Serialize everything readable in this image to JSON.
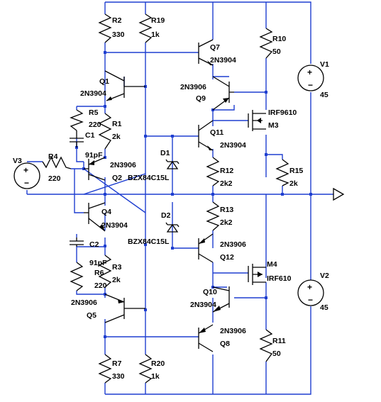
{
  "labels": {
    "r2": "R2",
    "r2v": "330",
    "r19": "R19",
    "r19v": "1k",
    "q7": "Q7",
    "q7t": "2N3904",
    "r10": "R10",
    "r10v": "50",
    "v1": "V1",
    "v1v": "45",
    "q1": "Q1",
    "q1t": "2N3904",
    "q9t": "2N3906",
    "q9": "Q9",
    "r5": "R5",
    "r5v": "220",
    "r1": "R1",
    "r1v": "2k",
    "c1": "C1",
    "c1v": "91pF",
    "q11": "Q11",
    "q11t": "2N3904",
    "m3t": "IRF9610",
    "m3": "M3",
    "d1": "D1",
    "v3": "V3",
    "r4": "R4",
    "r4v": "220",
    "q2t": "2N3906",
    "q2": "Q2",
    "d1t": "BZX84C15L",
    "r12": "R12",
    "r12v": "2k2",
    "r15": "R15",
    "r15v": "2k",
    "q4": "Q4",
    "q4t": "2N3904",
    "d2": "D2",
    "r13": "R13",
    "r13v": "2k2",
    "d2t": "BZX84C15L",
    "c2": "C2",
    "c2v": "91pF",
    "q12t": "2N3906",
    "q12": "Q12",
    "m4": "M4",
    "m4t": "IRF610",
    "r3": "R3",
    "r3v": "2k",
    "r6": "R6",
    "r6v": "220",
    "v2": "V2",
    "v2v": "45",
    "q10": "Q10",
    "q10t": "2N3904",
    "q5t": "2N3906",
    "q5": "Q5",
    "q8t": "2N3906",
    "q8": "Q8",
    "r11": "R11",
    "r11v": "50",
    "r7": "R7",
    "r7v": "330",
    "r20": "R20",
    "r20v": "1k"
  }
}
